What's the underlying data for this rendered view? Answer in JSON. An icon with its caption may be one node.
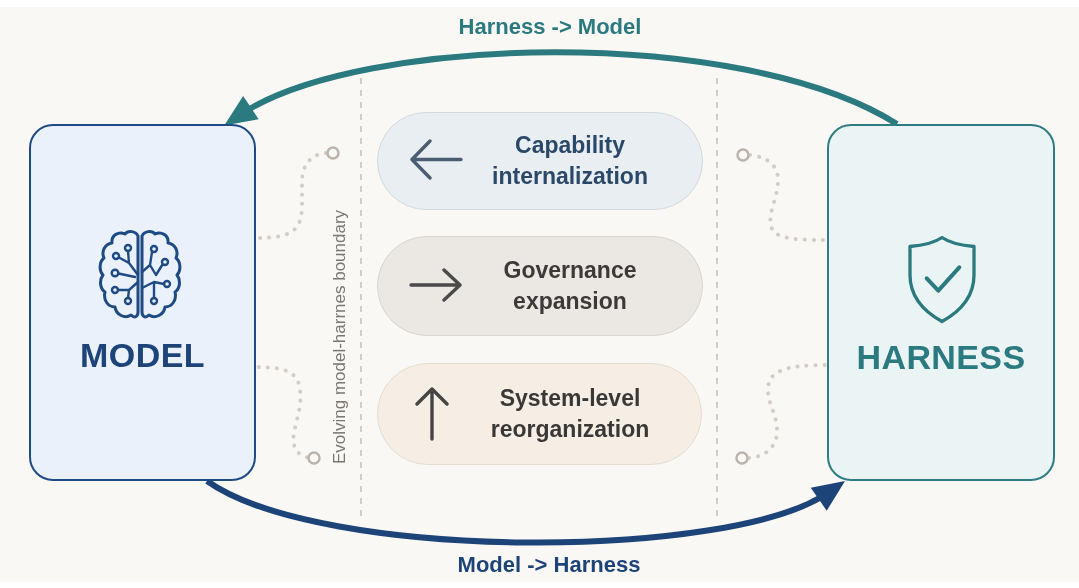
{
  "diagram": {
    "nodes": [
      {
        "text": [
          "MODEL"
        ]
      },
      {
        "text": [],
        "shape": "circle"
      },
      {
        "text": [],
        "shape": "circle"
      },
      {
        "text": [
          "Capability internalization"
        ]
      },
      {
        "text": [
          "Governance expansion"
        ]
      },
      {
        "text": [
          "System-level reorganization"
        ]
      },
      {
        "text": [],
        "shape": "circle"
      },
      {
        "text": [],
        "shape": "circle"
      },
      {
        "text": [
          "HARNESS"
        ]
      }
    ],
    "edges": [
      {
        "from": 8,
        "to": 0,
        "arrow": "to",
        "label": "Harness -> Model",
        "color": "#2a7a80"
      },
      {
        "from": 0,
        "to": 8,
        "arrow": "to",
        "label": "Model -> Harness",
        "color": "#1d4478"
      },
      {
        "from": 1,
        "to": 0,
        "arrow": "none",
        "style": "dashed"
      },
      {
        "from": 2,
        "to": 0,
        "arrow": "none",
        "style": "dashed"
      },
      {
        "from": 6,
        "to": 8,
        "arrow": "none",
        "style": "dashed"
      },
      {
        "from": 7,
        "to": 8,
        "arrow": "none",
        "style": "dashed"
      }
    ],
    "labels": [
      "Evolving model-harrnes boundary"
    ]
  }
}
